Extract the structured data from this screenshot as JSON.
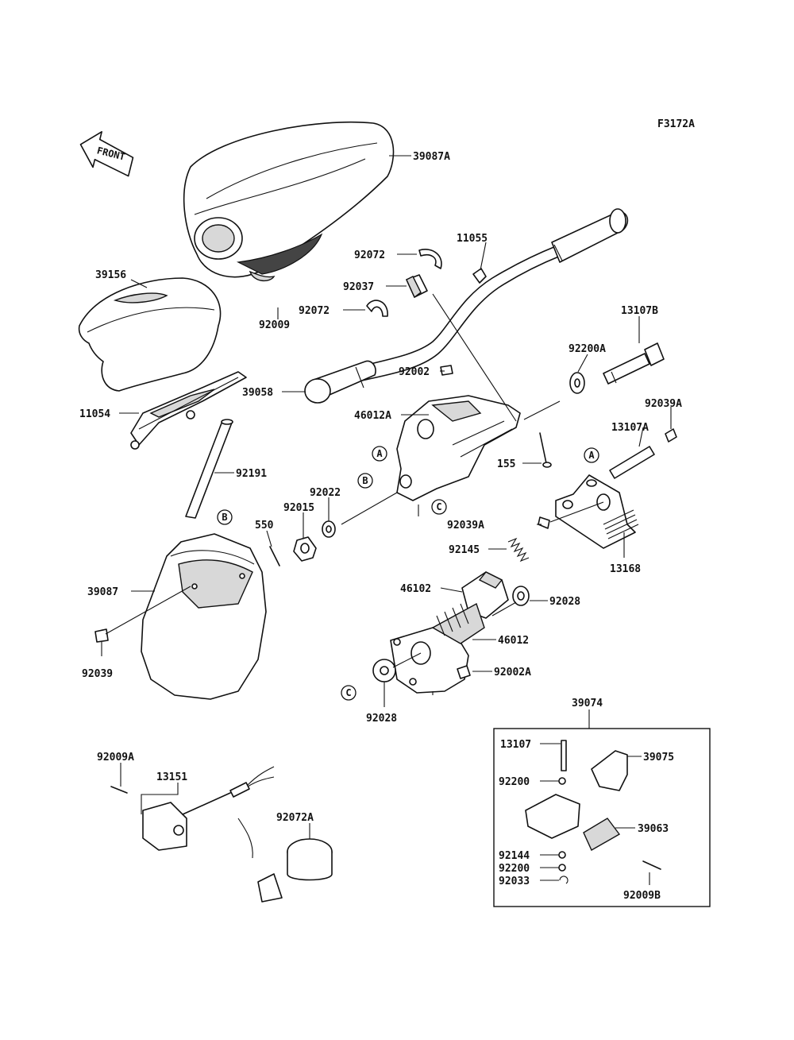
{
  "figure_code": "F3172A",
  "front_indicator": "FRONT",
  "callouts": {
    "A": "A",
    "B": "B",
    "C": "C"
  },
  "labels": {
    "p39087A": "39087A",
    "p39156": "39156",
    "p92009": "92009",
    "p92072_upper": "92072",
    "p92037": "92037",
    "p92072_lower": "92072",
    "p11055": "11055",
    "p13107B": "13107B",
    "p92200A": "92200A",
    "p92002": "92002",
    "p39058": "39058",
    "p11054": "11054",
    "p46012A": "46012A",
    "p92039A_upper": "92039A",
    "p13107A": "13107A",
    "p155": "155",
    "p92191": "92191",
    "p92022": "92022",
    "p92015": "92015",
    "p550": "550",
    "p92039A_lower": "92039A",
    "p13168": "13168",
    "p92145": "92145",
    "p46102": "46102",
    "p92028_upper": "92028",
    "p39087": "39087",
    "p46012": "46012",
    "p92002A": "92002A",
    "p92039": "92039",
    "p92028_lower": "92028",
    "p39074": "39074",
    "p13107": "13107",
    "p39075": "39075",
    "p92200_upper": "92200",
    "p39063": "39063",
    "p92144": "92144",
    "p92200_lower": "92200",
    "p92033": "92033",
    "p92009B": "92009B",
    "p92009A": "92009A",
    "p13151": "13151",
    "p92072A": "92072A"
  }
}
